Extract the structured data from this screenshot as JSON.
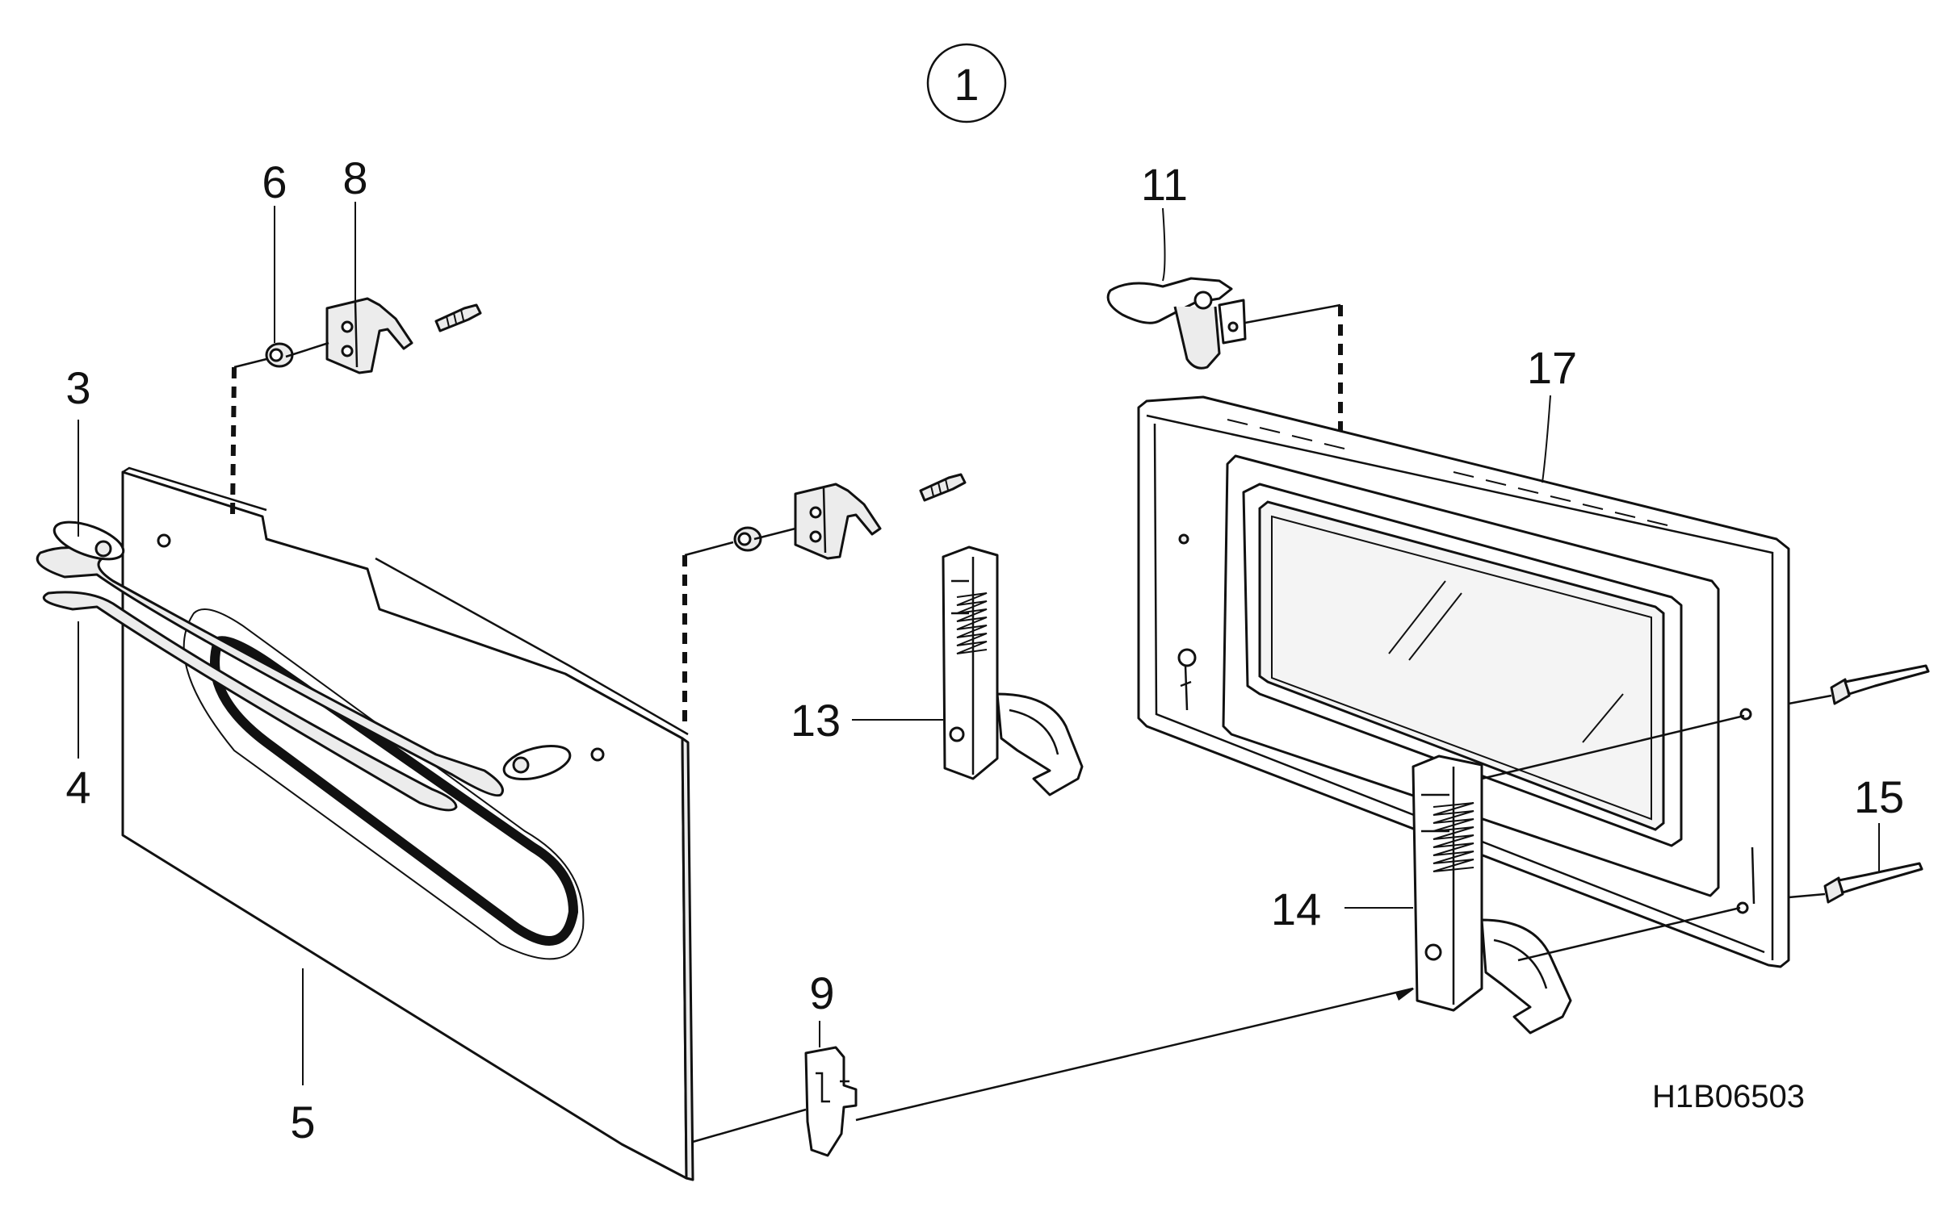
{
  "diagram": {
    "group_label": "1",
    "drawing_code": "H1B06503",
    "parts": [
      {
        "id": "p3",
        "label": "3"
      },
      {
        "id": "p4",
        "label": "4"
      },
      {
        "id": "p5",
        "label": "5"
      },
      {
        "id": "p6",
        "label": "6"
      },
      {
        "id": "p8",
        "label": "8"
      },
      {
        "id": "p9",
        "label": "9"
      },
      {
        "id": "p11",
        "label": "11"
      },
      {
        "id": "p13",
        "label": "13"
      },
      {
        "id": "p14",
        "label": "14"
      },
      {
        "id": "p15",
        "label": "15"
      },
      {
        "id": "p17",
        "label": "17"
      }
    ]
  }
}
